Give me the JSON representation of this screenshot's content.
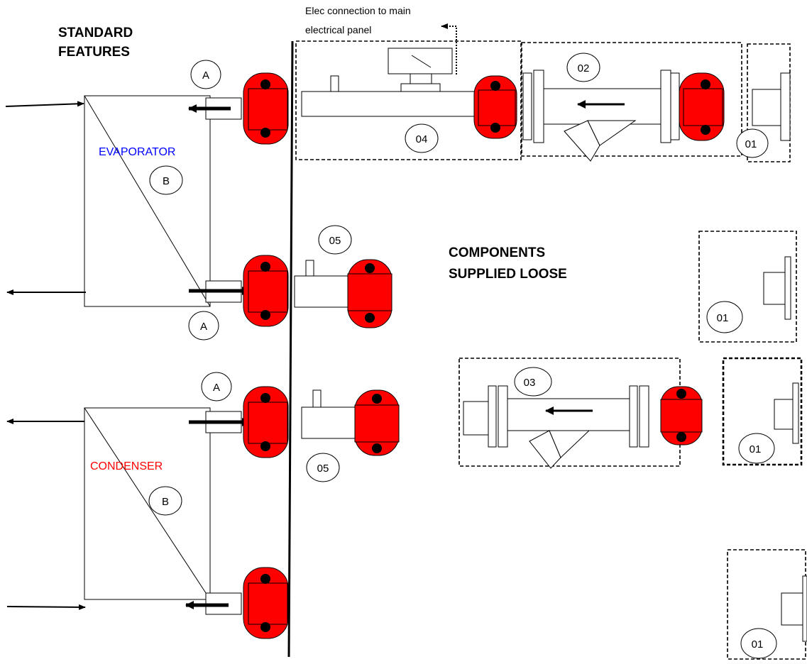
{
  "headings": {
    "standard_features": [
      "STANDARD",
      "FEATURES"
    ],
    "components_loose": [
      "COMPONENTS",
      "SUPPLIED LOOSE"
    ]
  },
  "elec_note": [
    "Elec connection to main",
    "electrical panel"
  ],
  "heat_exchangers": {
    "evaporator": {
      "label": "EVAPORATOR",
      "color": "#0000ff"
    },
    "condenser": {
      "label": "CONDENSER",
      "color": "#ff0000"
    }
  },
  "callouts": {
    "a_evap_top": "A",
    "a_evap_bottom": "A",
    "a_cond_top": "A",
    "b_evap": "B",
    "b_cond": "B",
    "c02": "02",
    "c04": "04",
    "c05_top": "05",
    "c05_bottom": "05",
    "c03": "03",
    "c01_a": "01",
    "c01_b": "01",
    "c01_c": "01",
    "c01_d": "01"
  },
  "colors": {
    "coupling": "#ff0000",
    "line": "#000000"
  }
}
